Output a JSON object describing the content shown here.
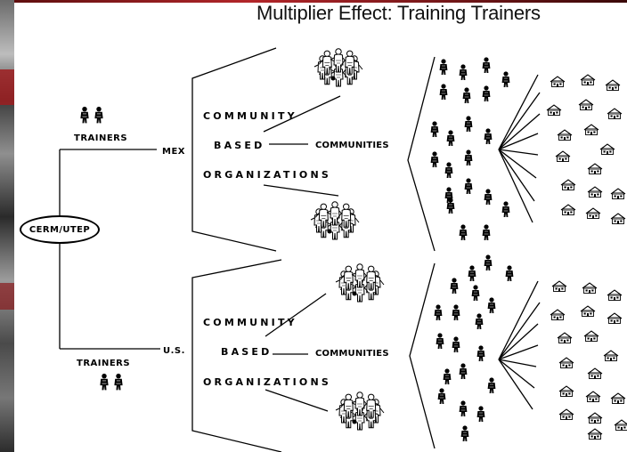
{
  "title": "Multiplier Effect: Training Trainers",
  "center": {
    "label": "CERM/UTEP"
  },
  "branches": {
    "mex": {
      "trainers_label": "TRAINERS",
      "country_label": "MEX",
      "cbo_lines": [
        "COMMUNITY",
        "BASED",
        "ORGANIZATIONS"
      ],
      "communities_label": "COMMUNITIES"
    },
    "us": {
      "trainers_label": "TRAINERS",
      "country_label": "U.S.",
      "cbo_lines": [
        "COMMUNITY",
        "BASED",
        "ORGANIZATIONS"
      ],
      "communities_label": "COMMUNITIES"
    }
  },
  "icons": {
    "trainer_pair": "trainer-pair-icon",
    "group": "group-circle-icon",
    "person": "person-icon",
    "house": "house-icon"
  },
  "colors": {
    "ink": "#000000",
    "accent_bar": "#b3262a",
    "background": "#ffffff"
  }
}
